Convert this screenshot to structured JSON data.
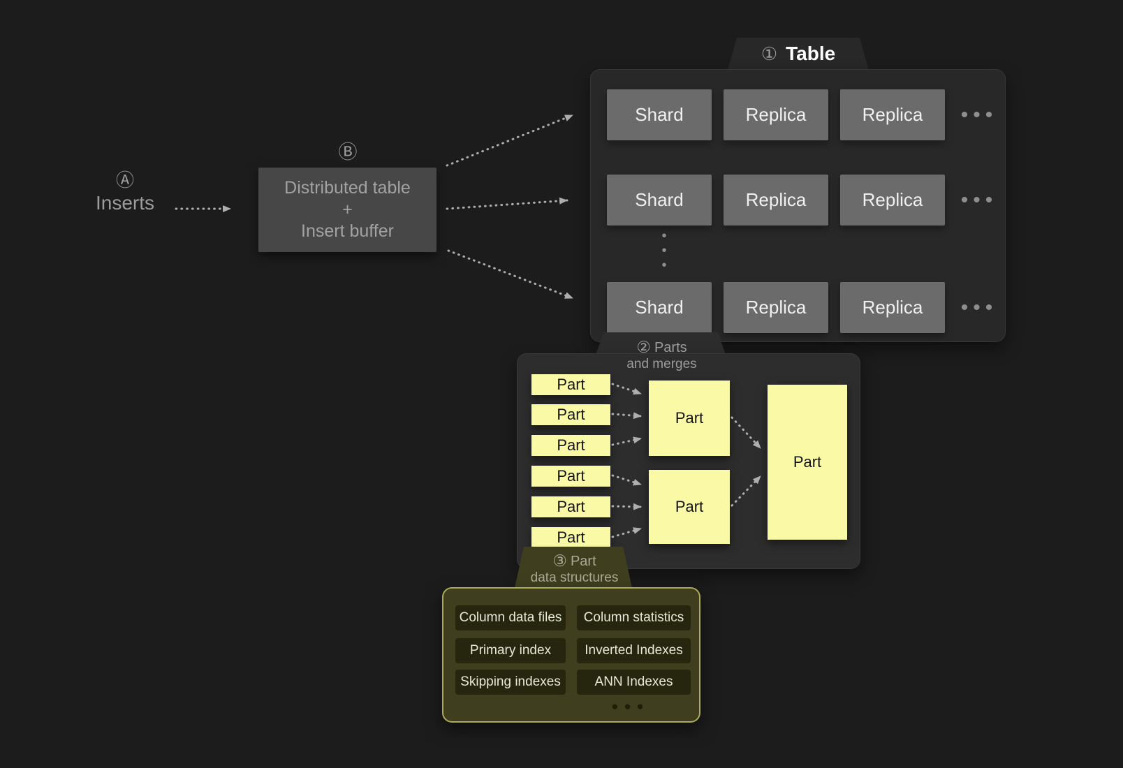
{
  "colors": {
    "background": "#1c1c1c",
    "panel_gray": "#282828",
    "cell_gray": "#6b6b6b",
    "part_yellow": "#f9f9a6",
    "olive_panel": "#3f3f1f",
    "olive_border": "#d0d06e",
    "dark_item": "#26260e",
    "muted_text": "#9c9c9c",
    "arrow_gray": "#bdbdbd"
  },
  "inserts": {
    "marker": "Ⓐ",
    "label": "Inserts"
  },
  "distributed": {
    "marker": "Ⓑ",
    "lines": [
      "Distributed table",
      "+",
      "Insert buffer"
    ]
  },
  "table_panel": {
    "marker": "①",
    "title": "Table",
    "rows": [
      {
        "cells": [
          "Shard",
          "Replica",
          "Replica"
        ],
        "more": "•••"
      },
      {
        "cells": [
          "Shard",
          "Replica",
          "Replica"
        ],
        "more": "•••"
      },
      {
        "cells": [
          "Shard",
          "Replica",
          "Replica"
        ],
        "more": "•••"
      }
    ],
    "vertical_ellipsis": "•\n•\n•"
  },
  "parts_panel": {
    "marker": "②",
    "title_line1": "Parts",
    "title_line2": "and merges",
    "source_parts": [
      "Part",
      "Part",
      "Part",
      "Part",
      "Part",
      "Part"
    ],
    "merged_parts": [
      "Part",
      "Part"
    ],
    "final_part": "Part"
  },
  "structures_panel": {
    "marker": "③",
    "title_line1": "Part",
    "title_line2": "data structures",
    "items": [
      "Column data files",
      "Column statistics",
      "Primary index",
      "Inverted Indexes",
      "Skipping indexes",
      "ANN Indexes"
    ],
    "more": "•••"
  }
}
